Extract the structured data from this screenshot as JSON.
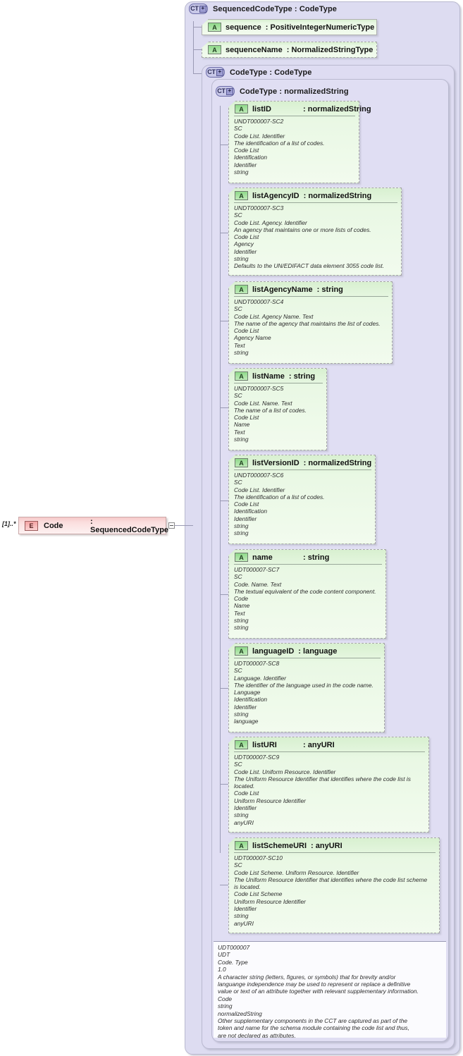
{
  "diagram": {
    "title": "XSD schema diagram for Code : SequencedCodeType",
    "icons": {
      "complex_type": "CT",
      "attribute": "A",
      "element": "E",
      "expand": "+",
      "collapse": "-"
    }
  },
  "element": {
    "cardinality": "[1]..*",
    "icon": "E",
    "name": "Code",
    "separator": ":",
    "type": "SequencedCodeType"
  },
  "containers": [
    {
      "icon": "CT",
      "name": "SequencedCodeType",
      "separator": ":",
      "type": "CodeType"
    },
    {
      "icon": "CT",
      "name": "CodeType",
      "separator": ":",
      "type": "CodeType"
    },
    {
      "icon": "CT",
      "name": "CodeType",
      "separator": ":",
      "type": "normalizedString"
    }
  ],
  "simple_attributes": [
    {
      "icon": "A",
      "name": "sequence",
      "separator": ":",
      "type": "PositiveIntegerNumericType",
      "border": "solid"
    },
    {
      "icon": "A",
      "name": "sequenceName",
      "separator": ":",
      "type": "NormalizedStringType",
      "border": "dashed"
    }
  ],
  "attributes": [
    {
      "icon": "A",
      "name": "listID",
      "separator": ":",
      "type": "normalizedString",
      "padded_name": true,
      "doc": [
        "UNDT000007-SC2",
        "SC",
        "Code List. Identifier",
        "The identification of a list of codes.",
        "Code List",
        "Identification",
        "Identifier",
        "string"
      ]
    },
    {
      "icon": "A",
      "name": "listAgencyID",
      "separator": ":",
      "type": "normalizedString",
      "padded_name": false,
      "doc": [
        "UNDT000007-SC3",
        "SC",
        "Code List. Agency. Identifier",
        "An agency that maintains one or more lists of codes.",
        "Code List",
        "Agency",
        "Identifier",
        "string",
        "Defaults to the UN/EDIFACT data element 3055 code list."
      ]
    },
    {
      "icon": "A",
      "name": "listAgencyName",
      "separator": ":",
      "type": "string",
      "padded_name": false,
      "doc": [
        "UNDT000007-SC4",
        "SC",
        "Code List. Agency Name. Text",
        "The name of the agency that maintains the list of codes.",
        "Code List",
        "Agency Name",
        "Text",
        "string"
      ]
    },
    {
      "icon": "A",
      "name": "listName",
      "separator": ":",
      "type": "string",
      "padded_name": false,
      "doc": [
        "UNDT000007-SC5",
        "SC",
        "Code List. Name. Text",
        "The name of a list of codes.",
        "Code List",
        "Name",
        "Text",
        "string"
      ]
    },
    {
      "icon": "A",
      "name": "listVersionID",
      "separator": ":",
      "type": "normalizedString",
      "padded_name": false,
      "doc": [
        "UNDT000007-SC6",
        "SC",
        "Code List. Identifier",
        "The identification of a list of codes.",
        "Code List",
        "Identification",
        "Identifier",
        "string",
        "string"
      ]
    },
    {
      "icon": "A",
      "name": "name",
      "separator": ":",
      "type": "string",
      "padded_name": true,
      "doc": [
        "UDT000007-SC7",
        "SC",
        "Code. Name. Text",
        "The textual equivalent of the code content component.",
        "Code",
        "Name",
        "Text",
        "string",
        "string"
      ]
    },
    {
      "icon": "A",
      "name": "languageID",
      "separator": ":",
      "type": "language",
      "padded_name": false,
      "doc": [
        "UDT000007-SC8",
        "SC",
        "Language. Identifier",
        "The identifier of the language used in the code name.",
        "Language",
        "Identification",
        "Identifier",
        "string",
        "language"
      ]
    },
    {
      "icon": "A",
      "name": "listURI",
      "separator": ":",
      "type": "anyURI",
      "padded_name": true,
      "doc": [
        "UDT000007-SC9",
        "SC",
        "Code List. Uniform Resource. Identifier",
        "The Uniform Resource Identifier that identifies where the code list is",
        "located.",
        "Code List",
        "Uniform Resource Identifier",
        "Identifier",
        "string",
        "anyURI"
      ]
    },
    {
      "icon": "A",
      "name": "listSchemeURI",
      "separator": ":",
      "type": "anyURI",
      "padded_name": false,
      "doc": [
        "UDT000007-SC10",
        "SC",
        "Code List Scheme. Uniform Resource. Identifier",
        "The Uniform Resource Identifier that identifies where the code list scheme",
        "is located.",
        "Code List Scheme",
        "Uniform Resource Identifier",
        "Identifier",
        "string",
        "anyURI"
      ]
    }
  ],
  "type_documentation": [
    "UDT000007",
    "UDT",
    "Code. Type",
    "1.0",
    "A character string (letters, figures, or symbols) that for brevity and/or",
    "languange independence may be used to represent or replace a definitive",
    "value or text of an attribute together with relevant supplementary information.",
    "Code",
    "string",
    "normalizedString",
    "Other supplementary components in the CCT are captured as part of the",
    "token and name for the schema module containing the code list and thus,",
    "are not declared as attributes."
  ]
}
